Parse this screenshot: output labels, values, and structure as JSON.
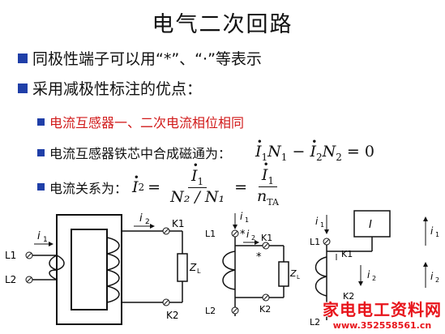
{
  "title": "电气二次回路",
  "bullets": {
    "b1": "同极性端子可以用“*”、“·”等表示",
    "b2": "采用减极性标注的优点：",
    "b2a": "电流互感器一、二次电流相位相同",
    "b2b": "电流互感器铁芯中合成磁通为：",
    "b2c": "电流关系为："
  },
  "formulas": {
    "flux": {
      "I1": "I",
      "s1": "1",
      "N1": "N",
      "n1": "1",
      "minus": "−",
      "I2": "I",
      "s2": "2",
      "N2": "N",
      "n2": "2",
      "eq": "=",
      "zero": "0"
    },
    "current": {
      "lhs": "I",
      "lhs_sub": "2",
      "eq": "=",
      "num1": "I",
      "num1_sub": "1",
      "den1": "N₂ / N₁",
      "eq2": "=",
      "num2": "I",
      "num2_sub": "1",
      "den2": "n",
      "den2_sub": "TA"
    }
  },
  "diagram1": {
    "i1": "i",
    "i1s": "1",
    "i2": "i",
    "i2s": "2",
    "k1": "K1",
    "k2": "K2",
    "l1": "L1",
    "l2": "L2",
    "zl": "Z",
    "zls": "L"
  },
  "diagram2": {
    "i1": "i",
    "i1s": "1",
    "i2": "i",
    "i2s": "2",
    "k1": "K1",
    "k2": "K2",
    "l1": "L1",
    "l2": "L2",
    "zl": "Z",
    "zls": "L",
    "star": "*"
  },
  "diagram3": {
    "i1": "i",
    "i1s": "1",
    "i2": "i",
    "i2s": "2",
    "k1": "K1",
    "k2": "K2",
    "l1": "L1",
    "l2": "L2",
    "box": "I",
    "ri1": "i",
    "ri1s": "1",
    "ri2": "i",
    "ri2s": "2"
  },
  "watermark": {
    "logo": "家电电工资料网",
    "url": "www.352558561.cn"
  },
  "colors": {
    "bullet": "#1f3fa8",
    "highlight": "#d11a1a",
    "watermark": "#e8141b"
  }
}
